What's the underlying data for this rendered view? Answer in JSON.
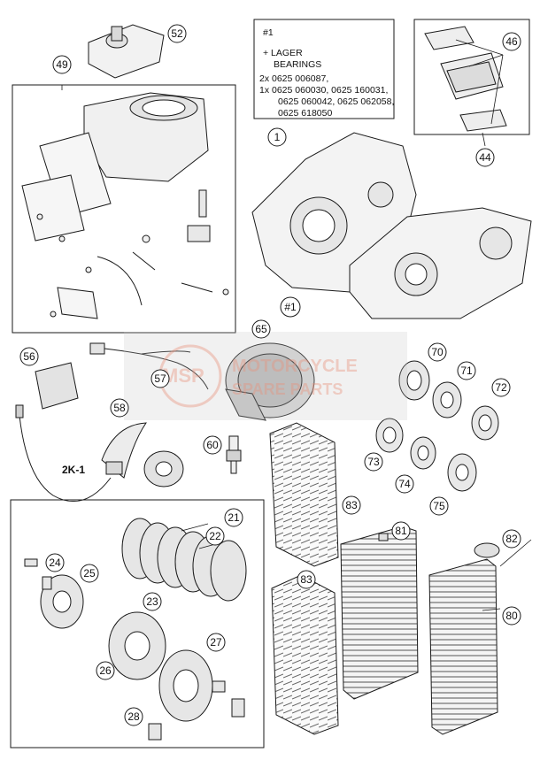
{
  "note": {
    "ref": "#1",
    "header_line1": "+ LAGER",
    "header_line2": "BEARINGS",
    "lines": [
      "2x 0625 006087,",
      "1x 0625 060030, 0625 160031,",
      "0625 060042, 0625 062058,",
      "0625 618050"
    ]
  },
  "callouts": {
    "c52": "52",
    "c49": "49",
    "c46": "46",
    "c44": "44",
    "c1": "1",
    "c1b": "#1",
    "c65": "65",
    "c56": "56",
    "c57": "57",
    "c58": "58",
    "c60": "60",
    "c70": "70",
    "c71": "71",
    "c72": "72",
    "c73": "73",
    "c74": "74",
    "c75": "75",
    "c21": "21",
    "c22": "22",
    "c24": "24",
    "c25": "25",
    "c23": "23",
    "c27": "27",
    "c26": "26",
    "c28": "28",
    "c81": "81",
    "c82": "82",
    "c83a": "83",
    "c83b": "83",
    "c80": "80"
  },
  "labels": {
    "cable_code": "2K-1"
  },
  "watermark": {
    "line1": "MOTORCYCLE",
    "line2": "SPARE PARTS",
    "logo": "MSP"
  },
  "colors": {
    "line": "#1a1a1a",
    "callout_fill": "#ffffff",
    "watermark": "#e0a090",
    "watermark_band": "#c8c8c8",
    "part_shade": "#d9d9d9"
  }
}
